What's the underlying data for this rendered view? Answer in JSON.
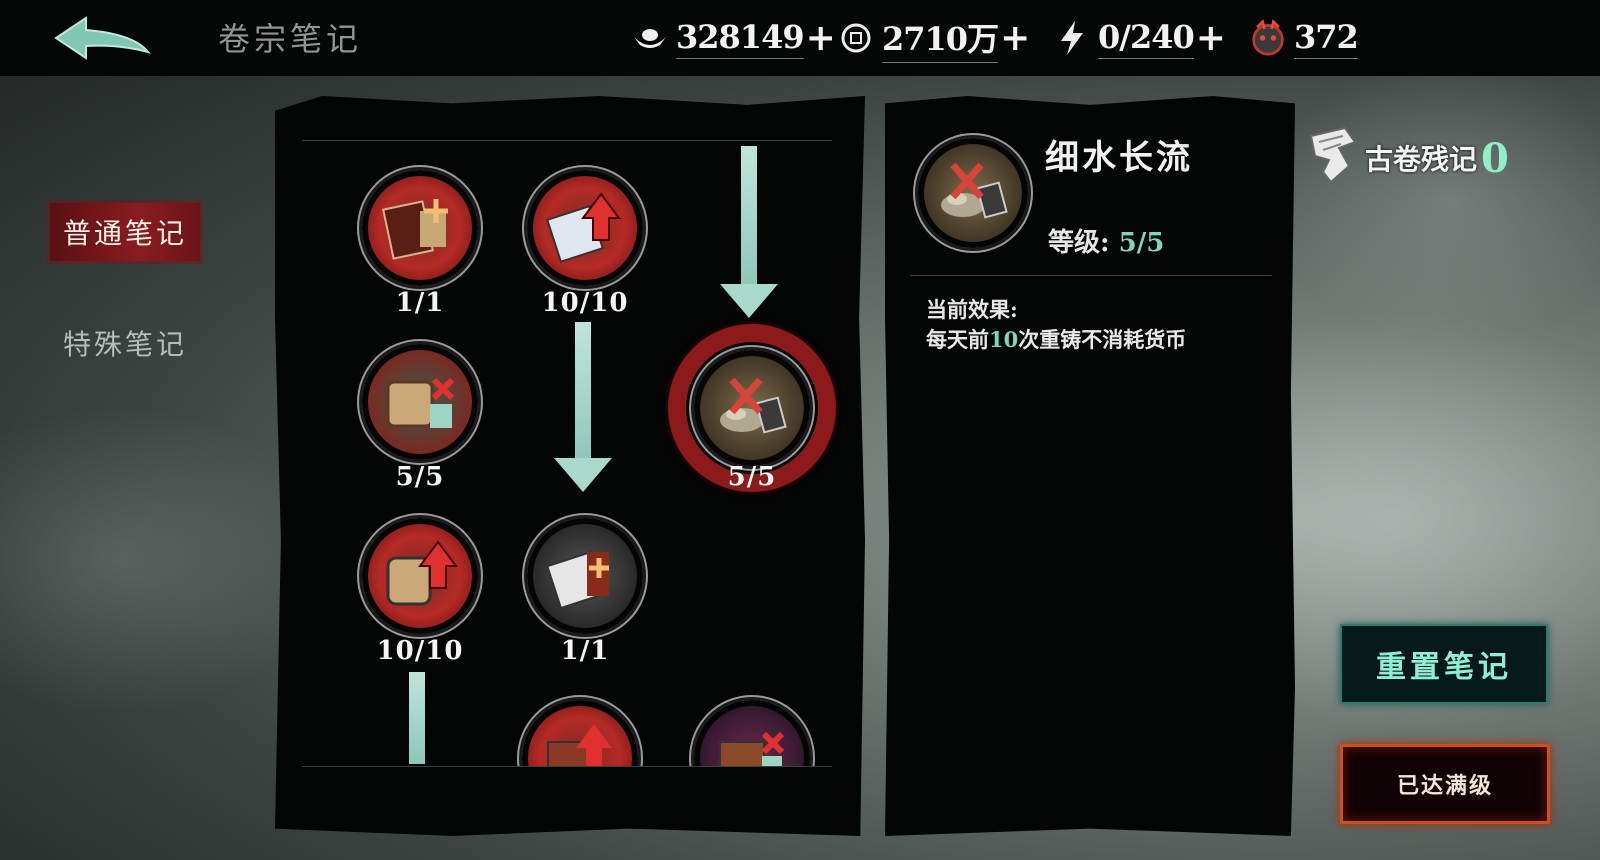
{
  "header": {
    "title": "卷宗笔记",
    "resources": [
      {
        "icon": "silver-ingot-icon",
        "value": "328149",
        "plus": "+"
      },
      {
        "icon": "coin-icon",
        "value": "2710万",
        "plus": "+"
      },
      {
        "icon": "lightning-icon",
        "value": "0/240",
        "plus": "+"
      },
      {
        "icon": "demon-mask-icon",
        "value": "372"
      }
    ]
  },
  "nav": {
    "items": [
      {
        "label": "普通笔记",
        "active": true
      },
      {
        "label": "特殊笔记",
        "active": false
      }
    ]
  },
  "tree": {
    "nodes": [
      {
        "id": "n1",
        "icon": "book-plus-icon",
        "level": "1/1"
      },
      {
        "id": "n2",
        "icon": "book-up-arrow-icon",
        "level": "10/10"
      },
      {
        "id": "n3",
        "icon": "scroll-cross-icon",
        "level": "5/5"
      },
      {
        "id": "n4",
        "icon": "silver-cross-icon",
        "level": "5/5",
        "selected": true
      },
      {
        "id": "n5",
        "icon": "scroll-up-arrow-icon",
        "level": "10/10"
      },
      {
        "id": "n6",
        "icon": "book-plus-icon",
        "level": "1/1"
      },
      {
        "id": "n7",
        "icon": "book-up-arrow-icon"
      },
      {
        "id": "n8",
        "icon": "book-cross-icon"
      }
    ]
  },
  "detail": {
    "name": "细水长流",
    "level_label": "等级:",
    "level_value": "5/5",
    "effect_title": "当前效果:",
    "effect_prefix": "每天前",
    "effect_highlight": "10",
    "effect_suffix": "次重铸不消耗货币"
  },
  "fragment": {
    "label": "古卷残记",
    "count": "0"
  },
  "buttons": {
    "reset": "重置笔记",
    "max_level": "已达满级"
  },
  "colors": {
    "accent_green": "#7fd6b8",
    "nav_active_red": "#8a1c20",
    "max_button_orange": "#d0501c"
  }
}
